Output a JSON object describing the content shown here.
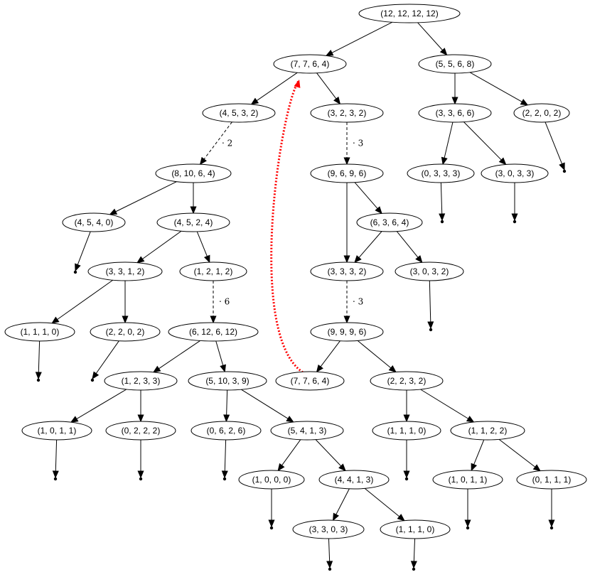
{
  "graph": {
    "nodes": [
      {
        "id": "n0",
        "label": "(12, 12, 12, 12)"
      },
      {
        "id": "n1",
        "label": "(7, 7, 6, 4)"
      },
      {
        "id": "n2",
        "label": "(5, 5, 6, 8)"
      },
      {
        "id": "n3",
        "label": "(4, 5, 3, 2)"
      },
      {
        "id": "n4",
        "label": "(3, 2, 3, 2)"
      },
      {
        "id": "n5",
        "label": "(3, 3, 6, 6)"
      },
      {
        "id": "n6",
        "label": "(2, 2, 0, 2)"
      },
      {
        "id": "n7",
        "label": "(8, 10, 6, 4)"
      },
      {
        "id": "n8",
        "label": "(9, 6, 9, 6)"
      },
      {
        "id": "n9",
        "label": "(0, 3, 3, 3)"
      },
      {
        "id": "n10",
        "label": "(3, 0, 3, 3)"
      },
      {
        "id": "n11",
        "label": "(4, 5, 4, 0)"
      },
      {
        "id": "n12",
        "label": "(4, 5, 2, 4)"
      },
      {
        "id": "n13",
        "label": "(6, 3, 6, 4)"
      },
      {
        "id": "n14",
        "label": "(3, 3, 1, 2)"
      },
      {
        "id": "n15",
        "label": "(1, 2, 1, 2)"
      },
      {
        "id": "n16",
        "label": "(3, 3, 3, 2)"
      },
      {
        "id": "n17",
        "label": "(3, 0, 3, 2)"
      },
      {
        "id": "n18",
        "label": "(1, 1, 1, 0)"
      },
      {
        "id": "n19",
        "label": "(2, 2, 0, 2)"
      },
      {
        "id": "n20",
        "label": "(6, 12, 6, 12)"
      },
      {
        "id": "n21",
        "label": "(9, 9, 9, 6)"
      },
      {
        "id": "n22",
        "label": "(1, 2, 3, 3)"
      },
      {
        "id": "n23",
        "label": "(5, 10, 3, 9)"
      },
      {
        "id": "n24",
        "label": "(7, 7, 6, 4)"
      },
      {
        "id": "n25",
        "label": "(2, 2, 3, 2)"
      },
      {
        "id": "n26",
        "label": "(1, 0, 1, 1)"
      },
      {
        "id": "n27",
        "label": "(0, 2, 2, 2)"
      },
      {
        "id": "n28",
        "label": "(0, 6, 2, 6)"
      },
      {
        "id": "n29",
        "label": "(5, 4, 1, 3)"
      },
      {
        "id": "n30",
        "label": "(1, 1, 1, 0)"
      },
      {
        "id": "n31",
        "label": "(1, 1, 2, 2)"
      },
      {
        "id": "n32",
        "label": "(1, 0, 0, 0)"
      },
      {
        "id": "n33",
        "label": "(4, 4, 1, 3)"
      },
      {
        "id": "n34",
        "label": "(1, 0, 1, 1)"
      },
      {
        "id": "n35",
        "label": "(0, 1, 1, 1)"
      },
      {
        "id": "n36",
        "label": "(3, 3, 0, 3)"
      },
      {
        "id": "n37",
        "label": "(1, 1, 1, 0)"
      }
    ],
    "edges": [
      {
        "from": "n0",
        "to": "n1"
      },
      {
        "from": "n0",
        "to": "n2"
      },
      {
        "from": "n1",
        "to": "n3"
      },
      {
        "from": "n1",
        "to": "n4"
      },
      {
        "from": "n2",
        "to": "n5"
      },
      {
        "from": "n2",
        "to": "n6"
      },
      {
        "from": "n3",
        "to": "n7",
        "style": "dashed",
        "label": "· 2"
      },
      {
        "from": "n4",
        "to": "n8",
        "style": "dashed",
        "label": "· 3"
      },
      {
        "from": "n5",
        "to": "n9"
      },
      {
        "from": "n5",
        "to": "n10"
      },
      {
        "from": "n7",
        "to": "n11"
      },
      {
        "from": "n7",
        "to": "n12"
      },
      {
        "from": "n8",
        "to": "n13"
      },
      {
        "from": "n8",
        "to": "n16"
      },
      {
        "from": "n12",
        "to": "n14"
      },
      {
        "from": "n12",
        "to": "n15"
      },
      {
        "from": "n13",
        "to": "n16"
      },
      {
        "from": "n13",
        "to": "n17"
      },
      {
        "from": "n14",
        "to": "n18"
      },
      {
        "from": "n14",
        "to": "n19"
      },
      {
        "from": "n15",
        "to": "n20",
        "style": "dashed",
        "label": "· 6"
      },
      {
        "from": "n16",
        "to": "n21",
        "style": "dashed",
        "label": "· 3"
      },
      {
        "from": "n20",
        "to": "n22"
      },
      {
        "from": "n20",
        "to": "n23"
      },
      {
        "from": "n21",
        "to": "n24"
      },
      {
        "from": "n21",
        "to": "n25"
      },
      {
        "from": "n22",
        "to": "n26"
      },
      {
        "from": "n22",
        "to": "n27"
      },
      {
        "from": "n23",
        "to": "n28"
      },
      {
        "from": "n23",
        "to": "n29"
      },
      {
        "from": "n25",
        "to": "n30"
      },
      {
        "from": "n25",
        "to": "n31"
      },
      {
        "from": "n29",
        "to": "n32"
      },
      {
        "from": "n29",
        "to": "n33"
      },
      {
        "from": "n31",
        "to": "n34"
      },
      {
        "from": "n31",
        "to": "n35"
      },
      {
        "from": "n33",
        "to": "n36"
      },
      {
        "from": "n33",
        "to": "n37"
      }
    ],
    "leaf_edges": [
      "n6",
      "n9",
      "n10",
      "n11",
      "n17",
      "n18",
      "n19",
      "n26",
      "n27",
      "n28",
      "n30",
      "n32",
      "n34",
      "n35",
      "n36",
      "n37"
    ],
    "back_edge": {
      "from": "n24",
      "to": "n1",
      "color": "#ff0000",
      "style": "dotted"
    }
  }
}
